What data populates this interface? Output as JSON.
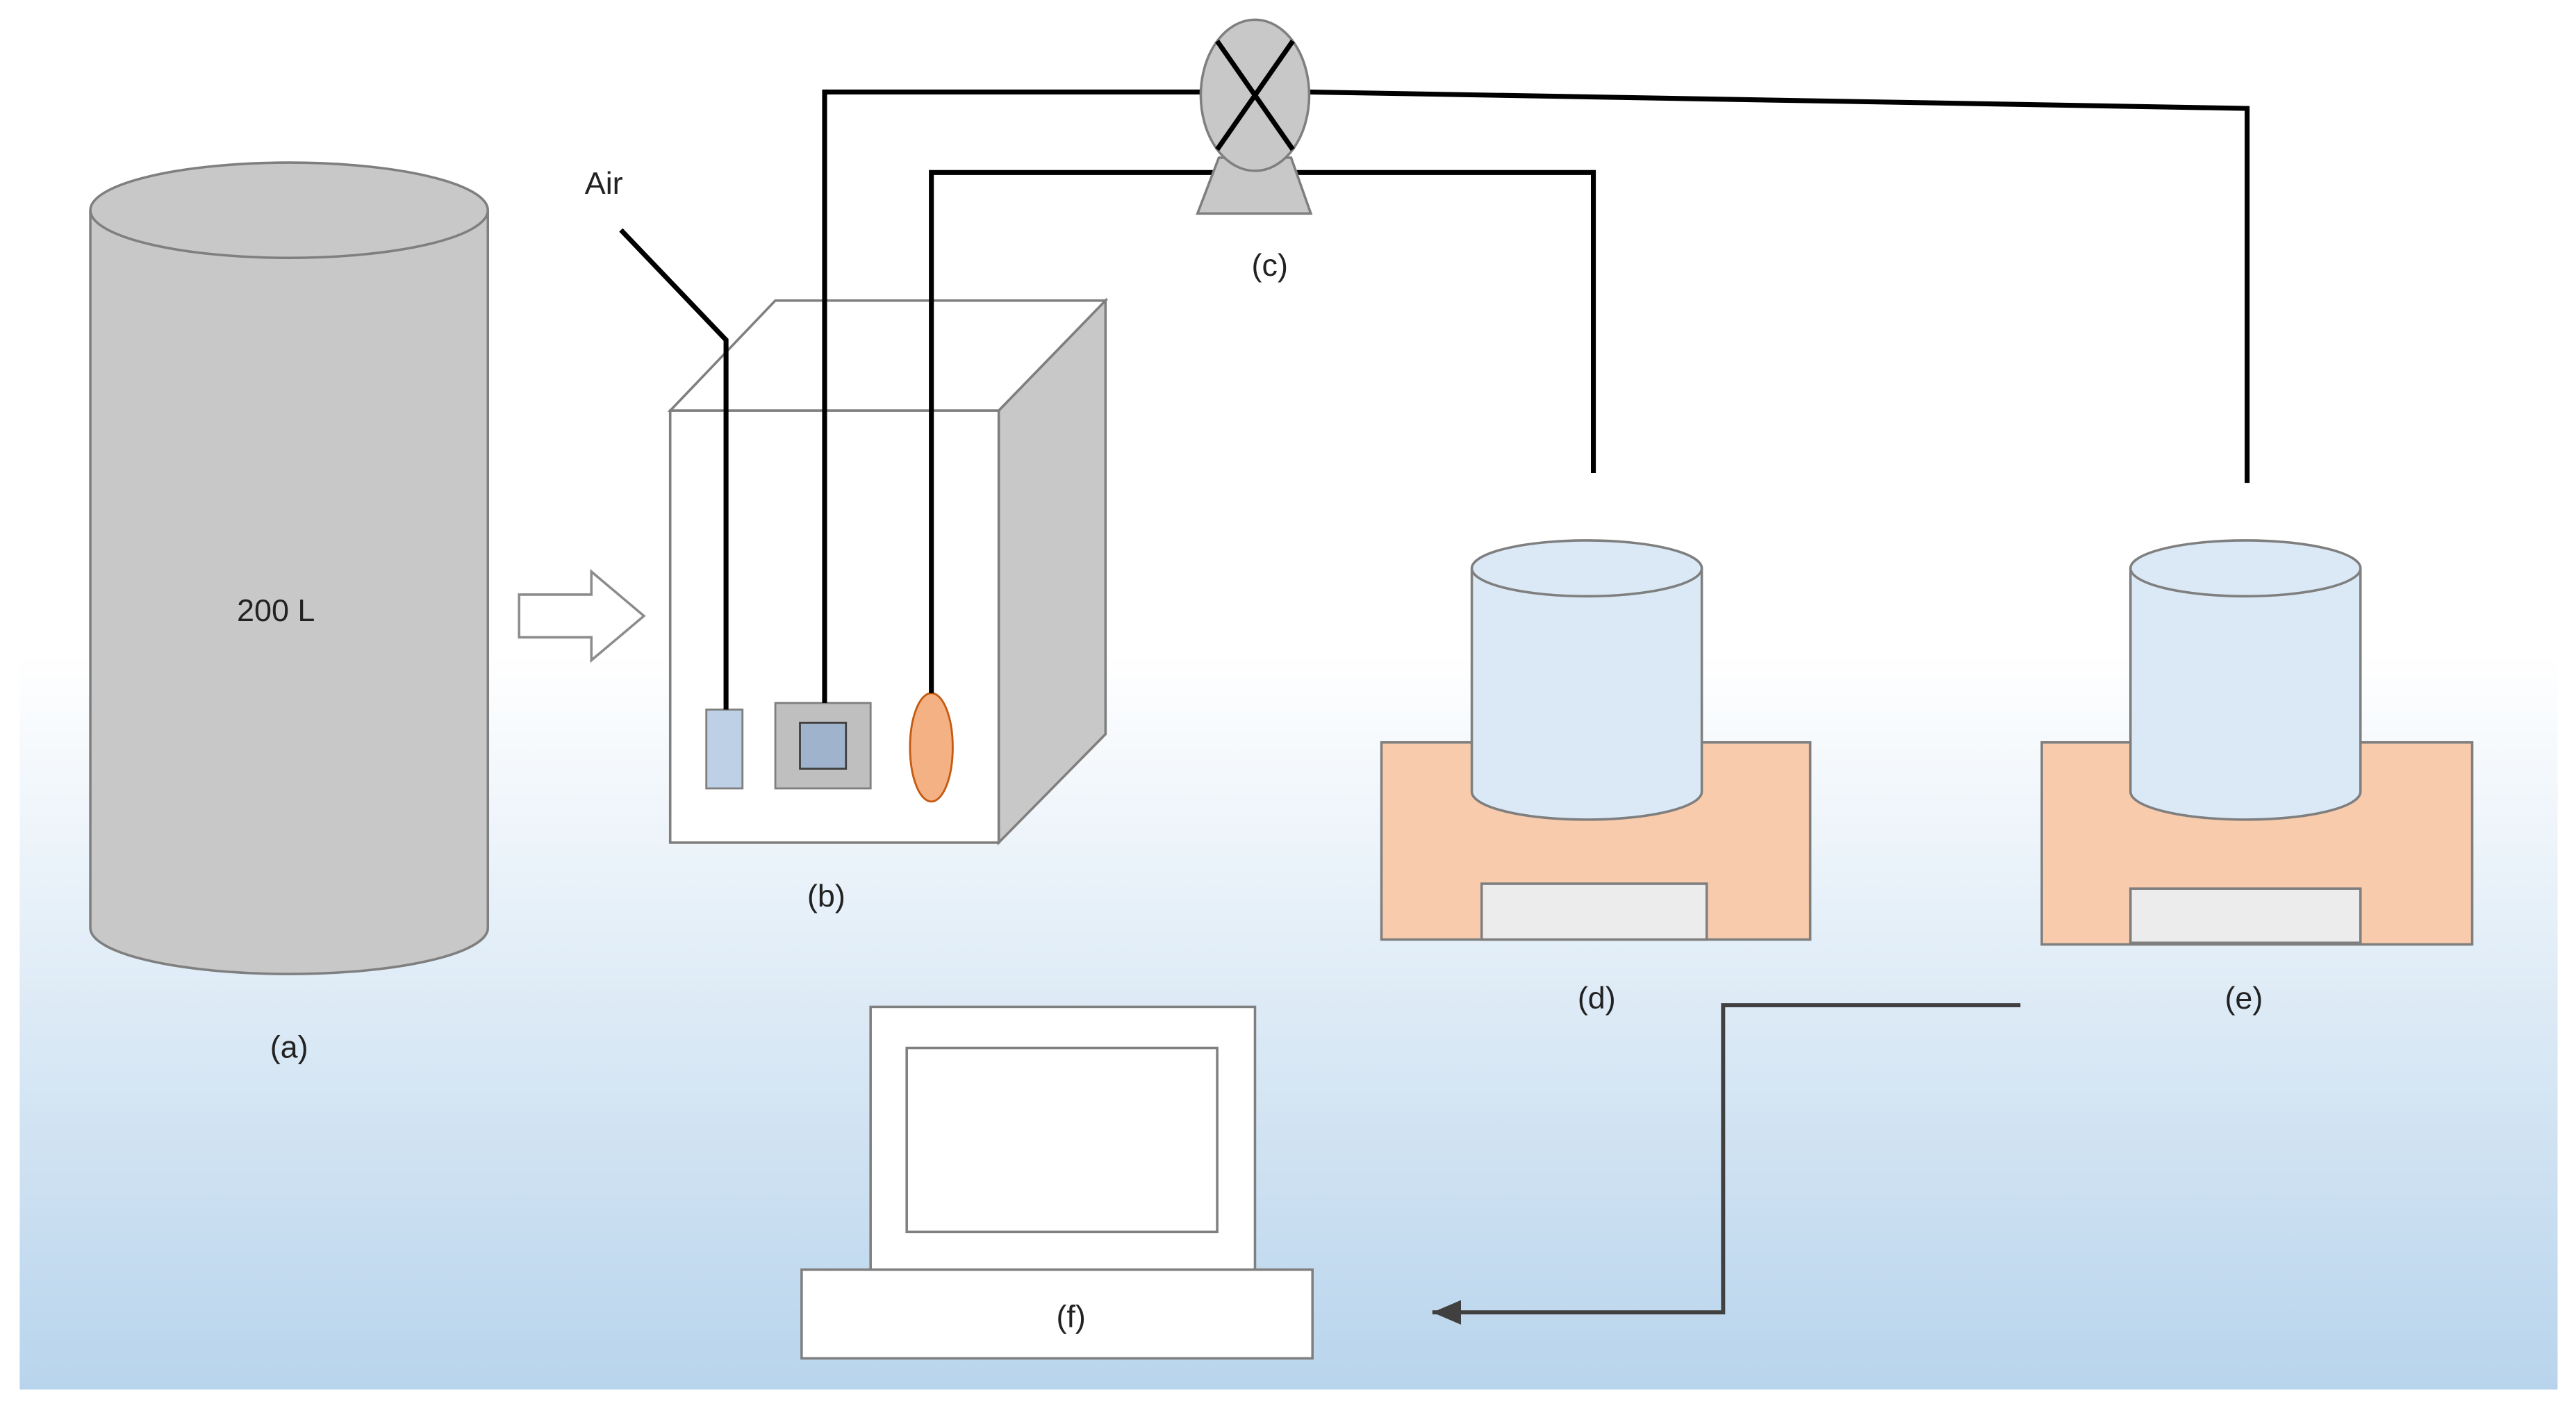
{
  "labels": {
    "tank_volume": "200 L",
    "air": "Air",
    "a": "(a)",
    "b": "(b)",
    "c": "(c)",
    "d": "(d)",
    "e": "(e)",
    "f": "(f)"
  },
  "colors": {
    "bg_top": "#ffffff",
    "bg_bottom": "#b8d4ec",
    "tank_fill": "#c8c8c8",
    "tank_stroke": "#7f7f7f",
    "box_face": "#ffffff",
    "box_side": "#c8c8c8",
    "line": "#000000",
    "pump_fill": "#c8c8c8",
    "container_fill": "#dbe9f6",
    "balance_fill": "#f8cbad",
    "display_fill": "#ececec",
    "sensor_orange": "#f4b183",
    "sensor_blue": "#bdd0e6",
    "sensor_gray": "#bfbfbf",
    "cable": "#404040"
  },
  "icons": {
    "pump": "pump-icon",
    "arrow": "hollow-arrow-right-icon"
  }
}
